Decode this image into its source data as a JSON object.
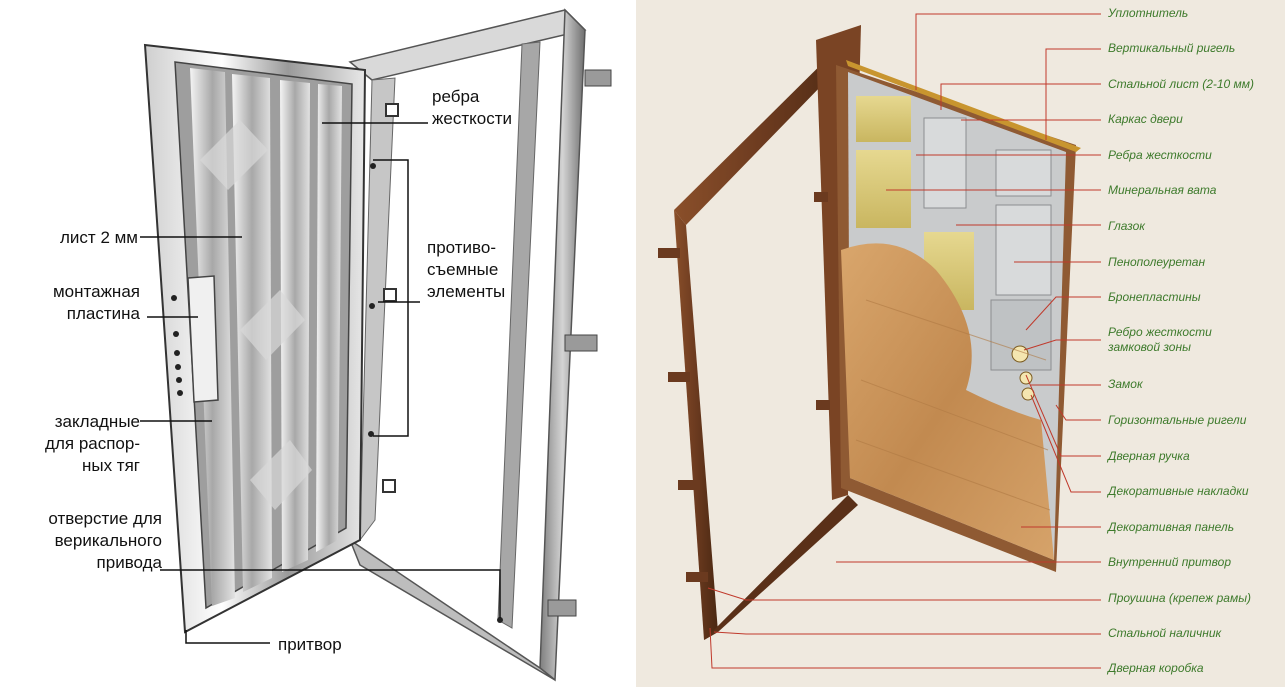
{
  "left_diagram": {
    "labels": {
      "ribs_stiffness": [
        "ребра",
        "жесткости"
      ],
      "sheet": "лист 2 мм",
      "mounting_plate": [
        "монтажная",
        "пластина"
      ],
      "anti_removal": [
        "противо-",
        "съемные",
        "элементы"
      ],
      "embedded": [
        "закладные",
        "для распор-",
        "ных тяг"
      ],
      "hole": [
        "отверстие для",
        "верикального",
        "привода"
      ],
      "rebate": "притвор"
    }
  },
  "right_diagram": {
    "labels": [
      "Уплотнитель",
      "Вертикальный ригель",
      "Стальной лист (2-10 мм)",
      "Каркас двери",
      "Ребра жесткости",
      "Минеральная вата",
      "Глазок",
      "Пенополеуретан",
      "Бронепластины",
      "Ребро жесткости",
      "замковой зоны",
      "Замок",
      "Горизонтальные ригели",
      "Дверная ручка",
      "Декоративные накладки",
      "Декоративная панель",
      "Внутренний притвор",
      "Проушина (крепеж рамы)",
      "Стальной наличник",
      "Дверная коробка"
    ]
  },
  "colors": {
    "leader_left": "#111111",
    "leader_right": "#c0392b",
    "label_right": "#3d7a2b",
    "frame_brown": "#6b3a1f",
    "wood_panel": "#c8955e",
    "steel_light": "#e4e4e4",
    "steel_dark": "#8a8a8a",
    "insulation": "#d8c97a",
    "right_bg": "#efe9df"
  },
  "icons": [
    "steel-door-illustration",
    "door-cutaway-illustration"
  ]
}
